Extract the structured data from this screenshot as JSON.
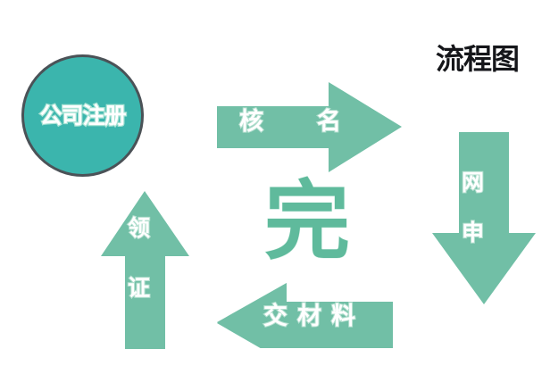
{
  "diagram": {
    "title": "流程图",
    "background_color": "#ffffff",
    "arrow_color": "#71bfa6",
    "circle_color": "#3bb5ad",
    "circle_border_color": "#4b5257",
    "label_color": "#ffffff",
    "label_stroke_color": "#bee4d6",
    "center_char_color": "#5fba9c",
    "title_color": "#15161a"
  },
  "start_node": {
    "label": "公司注册",
    "shape": "circle"
  },
  "center": {
    "label": "完"
  },
  "steps": [
    {
      "id": "step-1",
      "label": "核名",
      "label_parts": [
        "核",
        "名"
      ],
      "direction": "right",
      "icon": "arrow-right-icon"
    },
    {
      "id": "step-2",
      "label": "网申",
      "label_parts": [
        "网",
        "申"
      ],
      "direction": "down",
      "icon": "arrow-down-icon"
    },
    {
      "id": "step-3",
      "label": "交材料",
      "label_parts": [
        "交材料"
      ],
      "direction": "left",
      "icon": "arrow-left-icon"
    },
    {
      "id": "step-4",
      "label": "领证",
      "label_parts": [
        "领",
        "证"
      ],
      "direction": "up",
      "icon": "arrow-up-icon"
    }
  ]
}
